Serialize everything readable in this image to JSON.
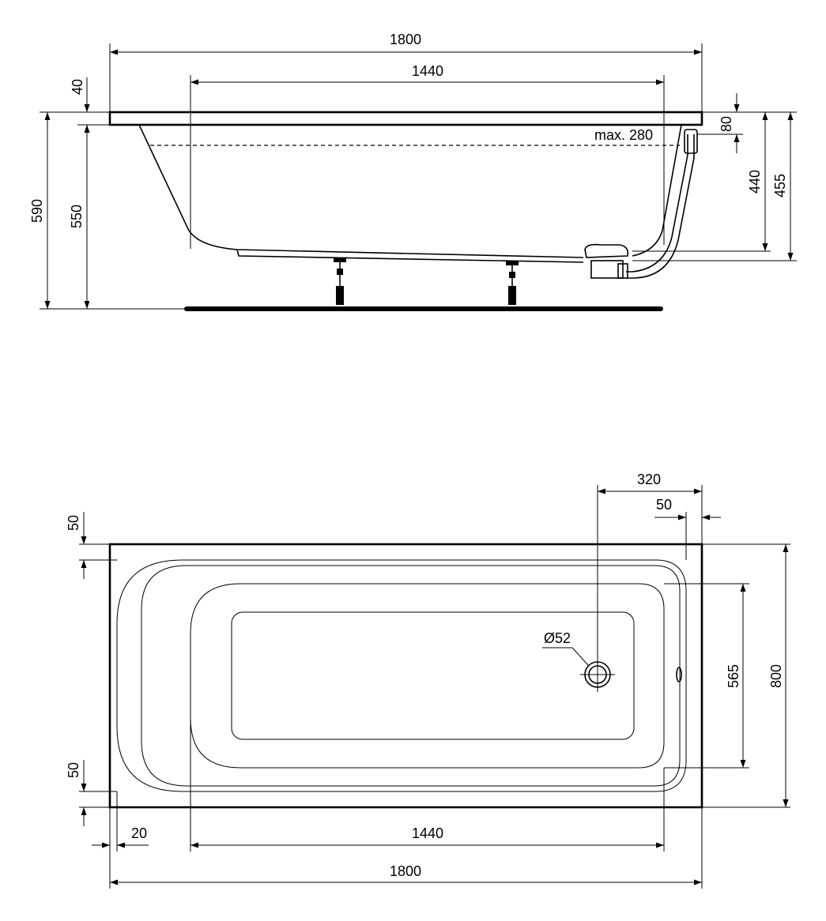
{
  "side_view": {
    "dims": {
      "overall_length": "1800",
      "inner_length": "1440",
      "rim_thickness": "40",
      "overall_height": "590",
      "body_height": "550",
      "max_water_depth": "max. 280",
      "overflow_drop": "80",
      "inner_depth": "440",
      "depth_to_waste": "455"
    }
  },
  "top_view": {
    "dims": {
      "waste_offset": "320",
      "overflow_offset": "50",
      "top_rim": "50",
      "waste_diameter": "Ø52",
      "inner_width": "565",
      "overall_width": "800",
      "bottom_rim": "50",
      "end_rim": "20",
      "inner_length": "1440",
      "overall_length": "1800"
    }
  },
  "colors": {
    "line": "#000000",
    "background": "#ffffff"
  }
}
